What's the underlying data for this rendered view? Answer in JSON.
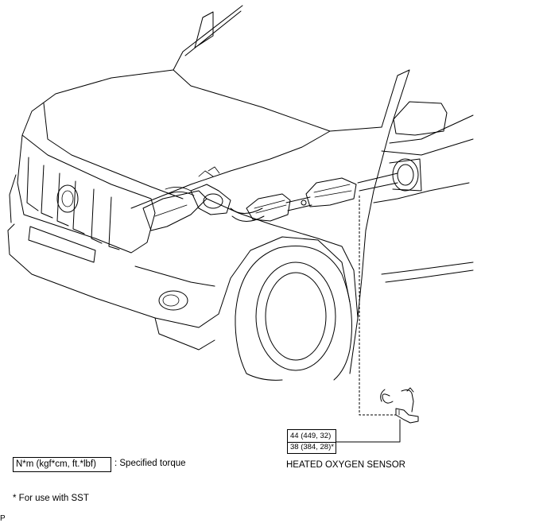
{
  "torque_spec": {
    "line1": "44 (449, 32)",
    "line2": "38 (384, 28)*"
  },
  "component_label": "HEATED OXYGEN SENSOR",
  "legend": {
    "unit_box": "N*m (kgf*cm, ft.*lbf)",
    "unit_desc": ": Specified torque"
  },
  "footnote": "* For use with SST",
  "corner_mark": "P"
}
